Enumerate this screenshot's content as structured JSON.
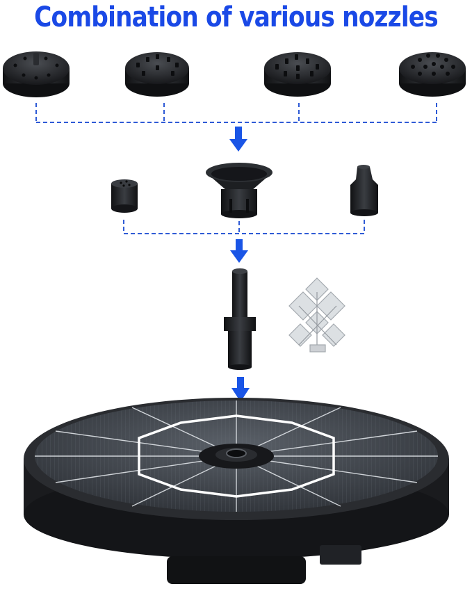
{
  "header": {
    "title": "Combination of various nozzles"
  },
  "colors": {
    "title": "#1a49e6",
    "arrow": "#1a55e6",
    "connector": "#2f5bd6",
    "product": "#1f2125",
    "panel": "#4a5058",
    "panel_line": "#e8ecf0"
  },
  "icons": {
    "nozzle_heads": [
      "sprinkler-head-1",
      "sprinkler-head-2",
      "sprinkler-head-3",
      "sprinkler-head-4"
    ],
    "adapters": [
      "small-cap",
      "funnel-nozzle",
      "cone-nozzle"
    ],
    "parts": [
      "extension-pipe",
      "windmill-spinner",
      "solar-fountain-pump"
    ]
  }
}
